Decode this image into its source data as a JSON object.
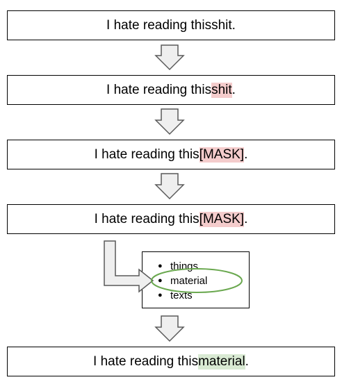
{
  "steps": [
    {
      "prefix": "I hate reading this ",
      "token": "shit",
      "suffix": ".",
      "highlight": "none"
    },
    {
      "prefix": "I hate reading this ",
      "token": "shit",
      "suffix": ".",
      "highlight": "red"
    },
    {
      "prefix": "I hate reading this ",
      "token": "[MASK]",
      "suffix": ".",
      "highlight": "red"
    },
    {
      "prefix": "I hate reading this ",
      "token": "[MASK]",
      "suffix": ".",
      "highlight": "red"
    },
    {
      "prefix": "I hate reading this ",
      "token": "material",
      "suffix": ".",
      "highlight": "green"
    }
  ],
  "candidates": [
    "things",
    "material",
    "texts"
  ],
  "selected_candidate": "material",
  "colors": {
    "highlight_red": "#f4cccc",
    "highlight_green": "#d9ead3",
    "selection_ellipse": "#6aa84f",
    "arrow_fill": "#efefef",
    "arrow_stroke": "#595959"
  }
}
